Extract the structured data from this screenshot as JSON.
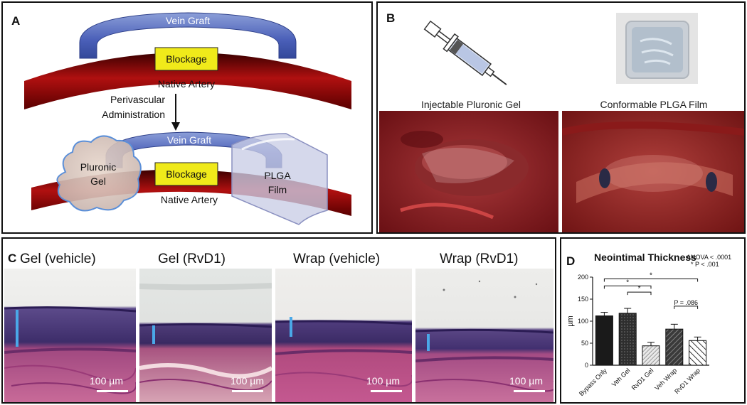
{
  "panels": {
    "a": {
      "label": "A",
      "vein_graft_top": "Vein Graft",
      "blockage_top": "Blockage",
      "native_artery_top": "Native Artery",
      "perivascular_line1": "Perivascular",
      "perivascular_line2": "Administration",
      "vein_graft_bottom": "Vein Graft",
      "pluronic_line1": "Pluronic",
      "pluronic_line2": "Gel",
      "blockage_bottom": "Blockage",
      "plga_line1": "PLGA",
      "plga_line2": "Film",
      "native_artery_bottom": "Native Artery"
    },
    "b": {
      "label": "B",
      "gel_caption": "Injectable Pluronic Gel",
      "film_caption": "Conformable PLGA Film"
    },
    "c": {
      "label": "C",
      "titles": [
        "Gel (vehicle)",
        "Gel (RvD1)",
        "Wrap (vehicle)",
        "Wrap (RvD1)"
      ],
      "scale_bars": [
        "100 µm",
        "100 µm",
        "100 µm",
        "100 µm"
      ]
    },
    "d": {
      "label": "D",
      "title": "Neointimal Thickness",
      "stats_line1": "ANOVA < .0001",
      "stats_line2": "* P < .001",
      "star": "*",
      "p_value_label": "P = .086"
    }
  },
  "chart_data": {
    "type": "bar",
    "title": "Neointimal Thickness",
    "ylabel": "µm",
    "xlabel": "",
    "ylim": [
      0,
      200
    ],
    "yticks": [
      "0",
      "50",
      "100",
      "150",
      "200"
    ],
    "categories": [
      "Bypass Only",
      "Veh Gel",
      "RvD1 Gel",
      "Veh Wrap",
      "RvD1 Wrap"
    ],
    "values": [
      112,
      118,
      44,
      82,
      56
    ],
    "errors": [
      8,
      11,
      8,
      11,
      8
    ],
    "fill_colors": [
      "#1a1a1a",
      "#3a3a3a",
      "#bdbdbd",
      "#4a4a4a",
      "#d6d6d6"
    ],
    "significance": [
      {
        "from": 0,
        "to": 4,
        "label": "*"
      },
      {
        "from": 0,
        "to": 2,
        "label": "*"
      },
      {
        "from": 1,
        "to": 2,
        "label": "*"
      },
      {
        "from": 3,
        "to": 4,
        "label": "P = .086"
      }
    ]
  }
}
